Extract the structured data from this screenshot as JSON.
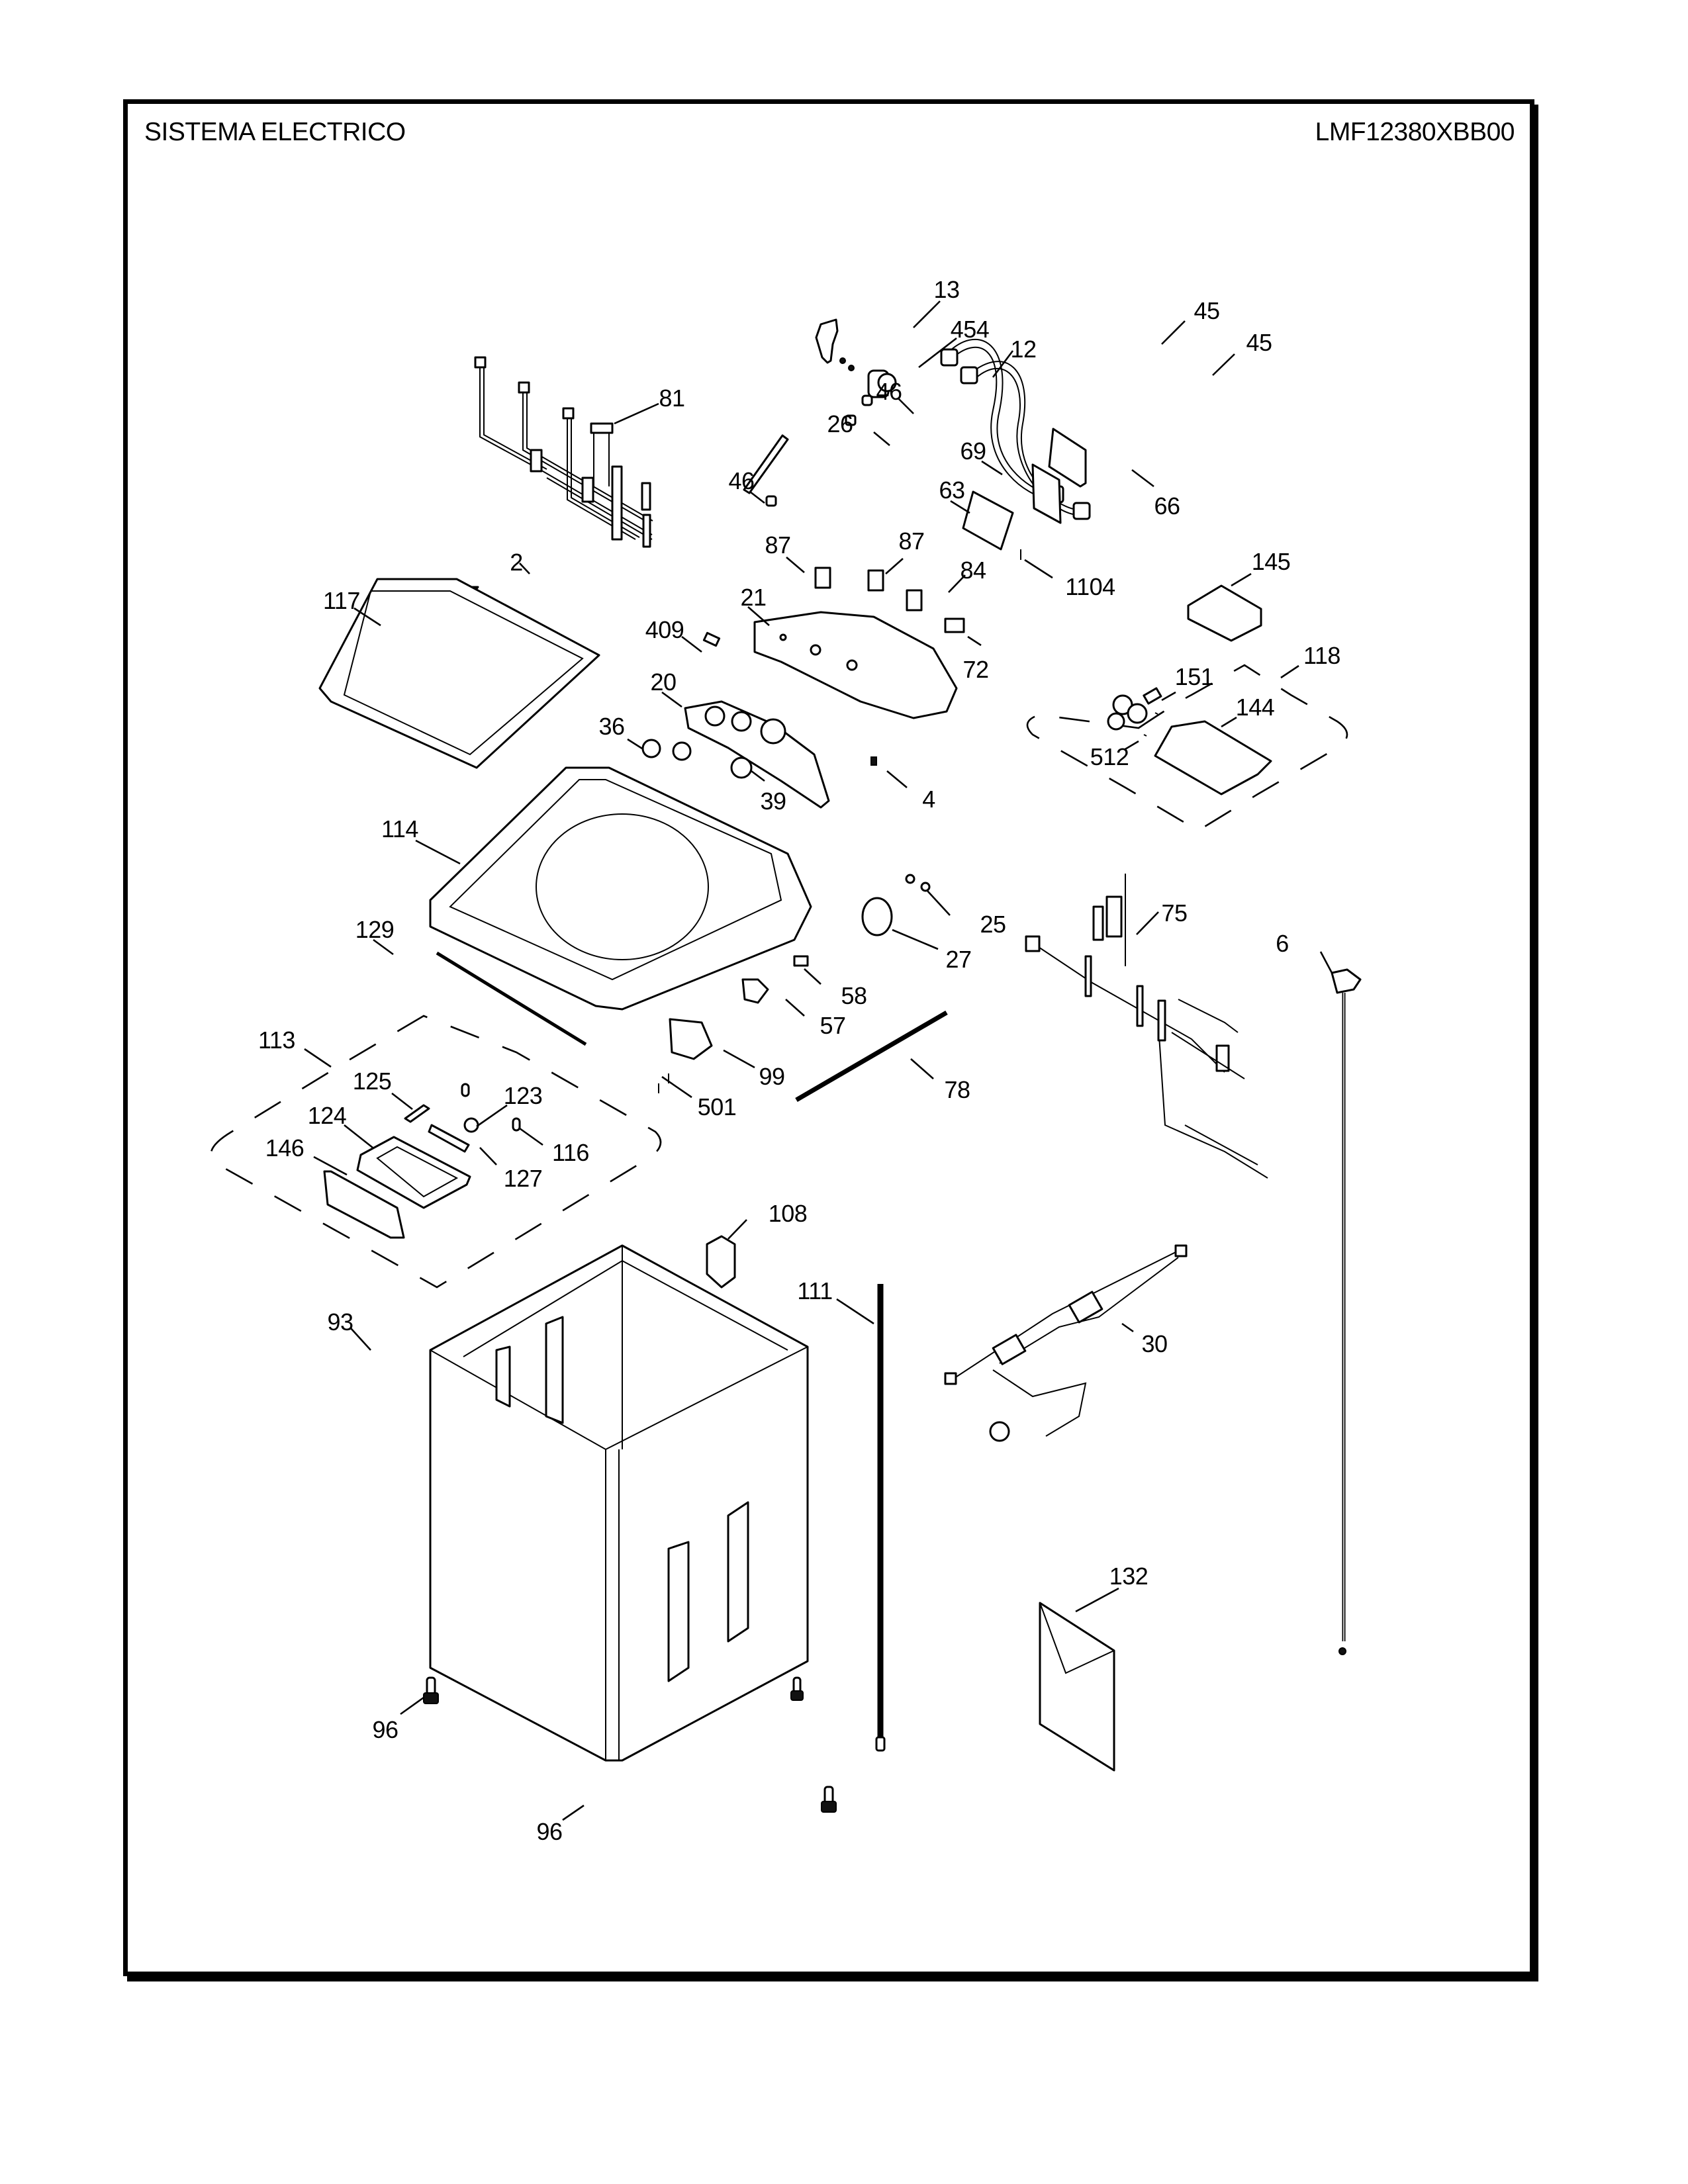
{
  "header": {
    "section_title": "SISTEMA ELECTRICO",
    "model_number": "LMF12380XBB00"
  },
  "diagram": {
    "type": "exploded parts diagram",
    "subject": "Top-load washing machine electrical system",
    "callouts": [
      {
        "id": "c13",
        "label": "13"
      },
      {
        "id": "c454",
        "label": "454"
      },
      {
        "id": "c12",
        "label": "12"
      },
      {
        "id": "c45a",
        "label": "45"
      },
      {
        "id": "c45b",
        "label": "45"
      },
      {
        "id": "c81",
        "label": "81"
      },
      {
        "id": "c46a",
        "label": "46"
      },
      {
        "id": "c26",
        "label": "26"
      },
      {
        "id": "c46b",
        "label": "46"
      },
      {
        "id": "c69",
        "label": "69"
      },
      {
        "id": "c66",
        "label": "66"
      },
      {
        "id": "c63",
        "label": "63"
      },
      {
        "id": "c87a",
        "label": "87"
      },
      {
        "id": "c87b",
        "label": "87"
      },
      {
        "id": "c84",
        "label": "84"
      },
      {
        "id": "c1104",
        "label": "1104"
      },
      {
        "id": "c2",
        "label": "2"
      },
      {
        "id": "c145",
        "label": "145"
      },
      {
        "id": "c117",
        "label": "117"
      },
      {
        "id": "c21",
        "label": "21"
      },
      {
        "id": "c409",
        "label": "409"
      },
      {
        "id": "c72",
        "label": "72"
      },
      {
        "id": "c118",
        "label": "118"
      },
      {
        "id": "c151",
        "label": "151"
      },
      {
        "id": "c20",
        "label": "20"
      },
      {
        "id": "c144",
        "label": "144"
      },
      {
        "id": "c36",
        "label": "36"
      },
      {
        "id": "c512",
        "label": "512"
      },
      {
        "id": "c39",
        "label": "39"
      },
      {
        "id": "c4",
        "label": "4"
      },
      {
        "id": "c114",
        "label": "114"
      },
      {
        "id": "c25",
        "label": "25"
      },
      {
        "id": "c75",
        "label": "75"
      },
      {
        "id": "c129",
        "label": "129"
      },
      {
        "id": "c27",
        "label": "27"
      },
      {
        "id": "c6",
        "label": "6"
      },
      {
        "id": "c58",
        "label": "58"
      },
      {
        "id": "c57",
        "label": "57"
      },
      {
        "id": "c113",
        "label": "113"
      },
      {
        "id": "c99",
        "label": "99"
      },
      {
        "id": "c78",
        "label": "78"
      },
      {
        "id": "c125",
        "label": "125"
      },
      {
        "id": "c123",
        "label": "123"
      },
      {
        "id": "c501",
        "label": "501"
      },
      {
        "id": "c124",
        "label": "124"
      },
      {
        "id": "c116",
        "label": "116"
      },
      {
        "id": "c146",
        "label": "146"
      },
      {
        "id": "c127",
        "label": "127"
      },
      {
        "id": "c108",
        "label": "108"
      },
      {
        "id": "c111",
        "label": "111"
      },
      {
        "id": "c93",
        "label": "93"
      },
      {
        "id": "c30",
        "label": "30"
      },
      {
        "id": "c132",
        "label": "132"
      },
      {
        "id": "c96a",
        "label": "96"
      },
      {
        "id": "c96b",
        "label": "96"
      }
    ]
  }
}
